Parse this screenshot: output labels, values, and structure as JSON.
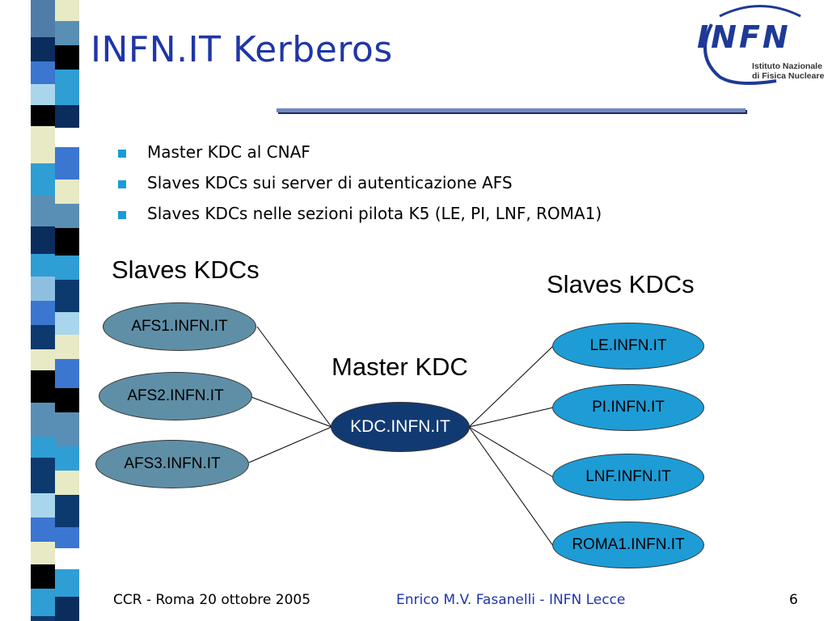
{
  "slide": {
    "title": "INFN.IT Kerberos",
    "bullets": [
      "Master KDC al CNAF",
      "Slaves KDCs sui server di autenticazione AFS",
      "Slaves KDCs nelle sezioni pilota K5 (LE, PI, LNF, ROMA1)"
    ],
    "logo": {
      "letters": "INFN",
      "line1": "Istituto Nazionale",
      "line2": "di Fisica Nucleare"
    }
  },
  "diagram": {
    "label_left": "Slaves KDCs",
    "label_right": "Slaves KDCs",
    "label_master": "Master KDC",
    "master": "KDC.INFN.IT",
    "afs_nodes": [
      "AFS1.INFN.IT",
      "AFS2.INFN.IT",
      "AFS3.INFN.IT"
    ],
    "site_nodes": [
      "LE.INFN.IT",
      "PI.INFN.IT",
      "LNF.INFN.IT",
      "ROMA1.INFN.IT"
    ]
  },
  "footer": {
    "left": "CCR - Roma 20 ottobre 2005",
    "center": "Enrico M.V. Fasanelli - INFN Lecce",
    "page": "6"
  },
  "colors": {
    "title": "#1f36a8",
    "afs_node": "#5f8fa6",
    "site_node": "#1e9cd6",
    "master_node": "#123a72",
    "bullet": "#1a9bd7",
    "footer_center": "#1f36a8"
  }
}
